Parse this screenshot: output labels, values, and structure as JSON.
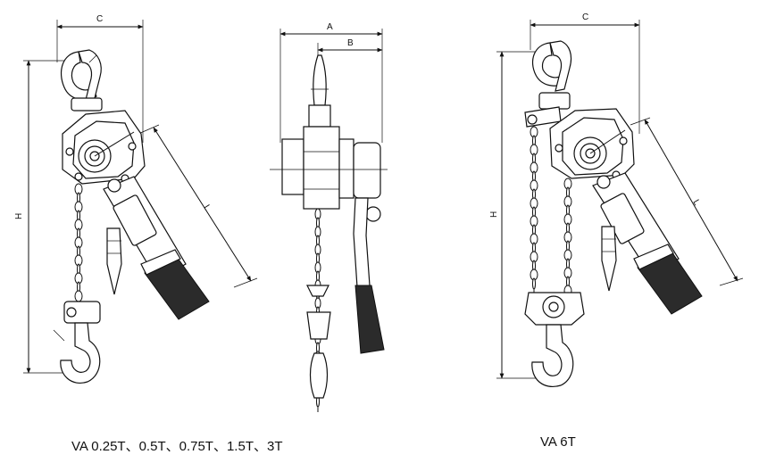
{
  "figures": [
    {
      "id": "va-small",
      "caption": "VA 0.25T、0.5T、0.75T、1.5T、3T",
      "dimensions": {
        "C": "C",
        "H": "H",
        "L": "L"
      }
    },
    {
      "id": "side-view",
      "dimensions": {
        "A": "A",
        "B": "B"
      }
    },
    {
      "id": "va-6t",
      "caption": "VA 6T",
      "dimensions": {
        "C": "C",
        "H": "H",
        "L": "L"
      }
    }
  ]
}
